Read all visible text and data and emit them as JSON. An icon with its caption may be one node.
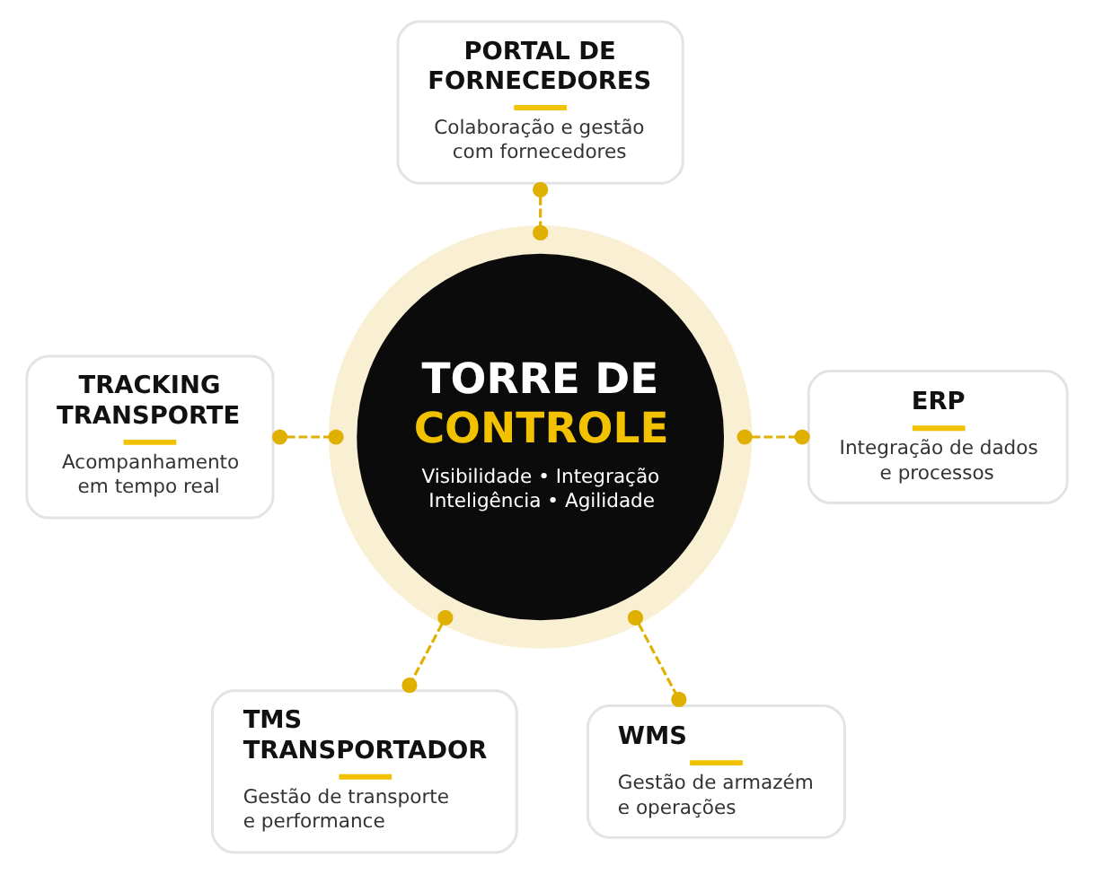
{
  "diagram": {
    "nodes": [
      {
        "text": [
          "PORTAL DE FORNECEDORES",
          "Colaboração e gestão com fornecedores"
        ]
      },
      {
        "text": [
          "TRACKING TRANSPORTE",
          "Acompanhamento em tempo real"
        ]
      },
      {
        "text": [
          "TORRE DE CONTROLE",
          "Visibilidade • Integração Inteligência • Agilidade"
        ]
      },
      {
        "text": [
          "ERP",
          "Integração de dados e processos"
        ]
      },
      {
        "text": [
          "TMS TRANSPORTADOR",
          "Gestão de transporte e performance"
        ]
      },
      {
        "text": [
          "WMS",
          "Gestão de armazém e operações"
        ]
      }
    ],
    "edges": [
      {
        "from": 0,
        "to": 2,
        "arrow": "other",
        "style": "dashed"
      },
      {
        "from": 1,
        "to": 2,
        "arrow": "other",
        "style": "dashed"
      },
      {
        "from": 2,
        "to": 3,
        "arrow": "other",
        "style": "dashed"
      },
      {
        "from": 2,
        "to": 4,
        "arrow": "other",
        "style": "dashed"
      },
      {
        "from": 2,
        "to": 5,
        "arrow": "other",
        "style": "dashed"
      }
    ]
  }
}
